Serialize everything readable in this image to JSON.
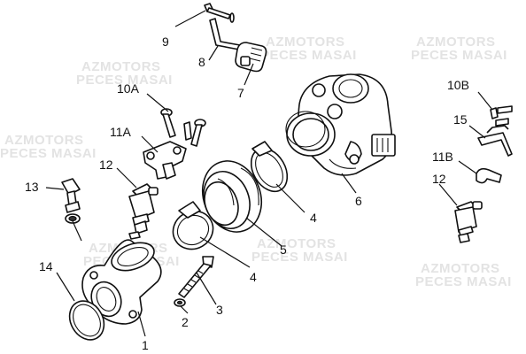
{
  "watermark": {
    "line1": "AZMOTORS",
    "line2": "PECES MASAI"
  },
  "callouts": {
    "c1": "1",
    "c2": "2",
    "c3": "3",
    "c4a": "4",
    "c4b": "4",
    "c5": "5",
    "c6": "6",
    "c7": "7",
    "c8": "8",
    "c9": "9",
    "c10a": "10A",
    "c10b": "10B",
    "c11a": "11A",
    "c11b": "11B",
    "c12a": "12",
    "c12b": "12",
    "c13": "13",
    "c14": "14",
    "c15": "15"
  }
}
